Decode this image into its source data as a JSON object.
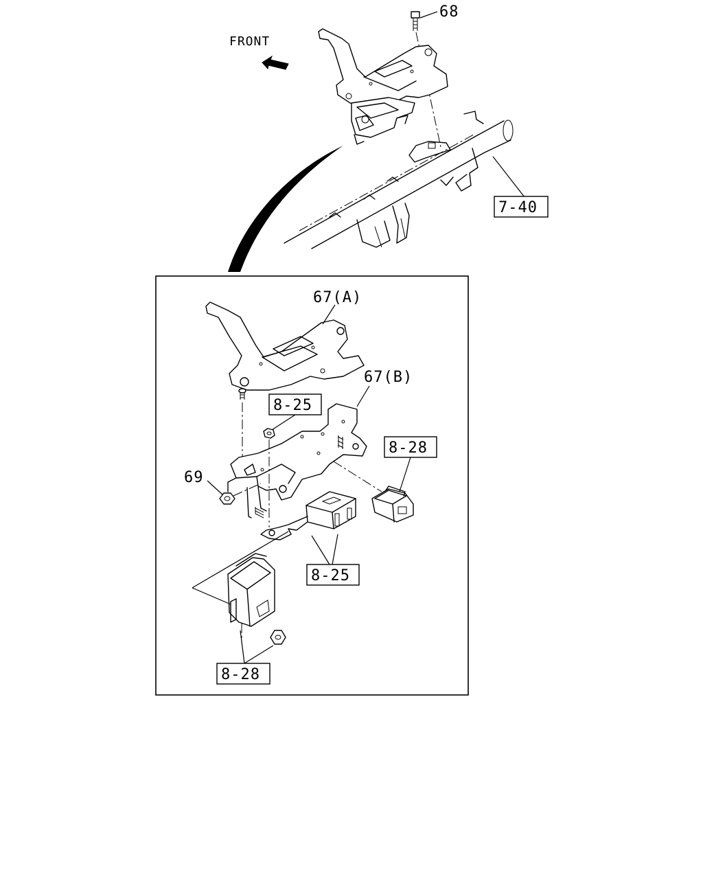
{
  "labels": {
    "front": "FRONT",
    "part_68": "68",
    "ref_7_40": "7-40",
    "part_67a": "67(A)",
    "part_67b": "67(B)",
    "ref_8_25_top": "8-25",
    "ref_8_28_right": "8-28",
    "part_69": "69",
    "ref_8_25_bottom": "8-25",
    "ref_8_28_bottom": "8-28"
  },
  "icons": {
    "front_arrow": "arrow-left-icon"
  }
}
